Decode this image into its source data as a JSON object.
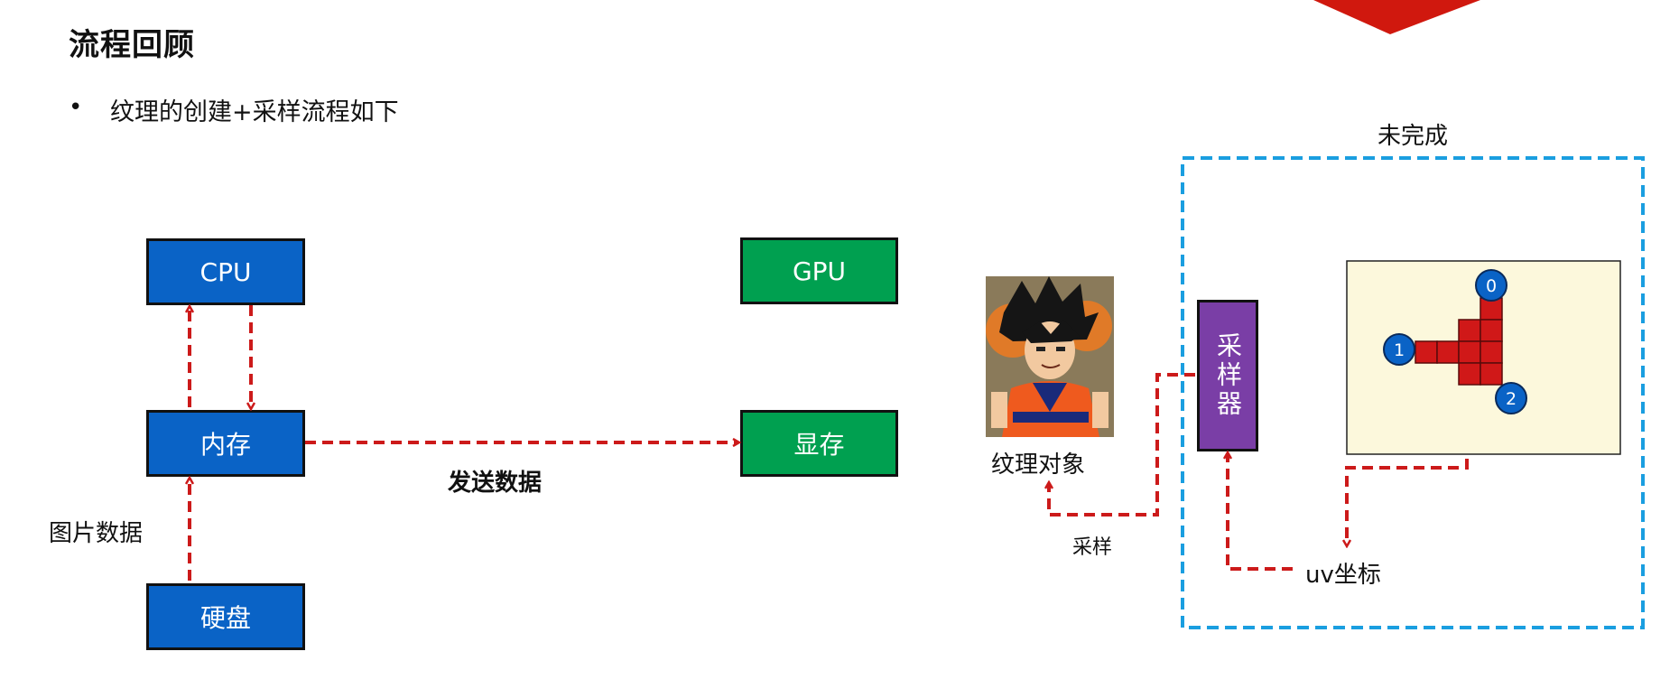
{
  "slide": {
    "title": "流程回顾",
    "bullet": "纹理的创建+采样流程如下"
  },
  "diagram": {
    "nodes": {
      "cpu": "CPU",
      "memory": "内存",
      "disk": "硬盘",
      "gpu": "GPU",
      "vram": "显存",
      "sampler": "采样器"
    },
    "labels": {
      "image_data": "图片数据",
      "send_data": "发送数据",
      "texture_object": "纹理对象",
      "sample": "采样",
      "uv_coords": "uv坐标",
      "unfinished": "未完成"
    },
    "vertices": [
      "0",
      "1",
      "2"
    ],
    "colors": {
      "node_blue": "#0a63c6",
      "node_green": "#00a050",
      "sampler_purple": "#7a3ea6",
      "arrow_red": "#cc1a1a",
      "dashed_border_blue": "#1a9ee0",
      "grid_red": "#d01818",
      "panel_bg": "#fcf8dc"
    }
  }
}
